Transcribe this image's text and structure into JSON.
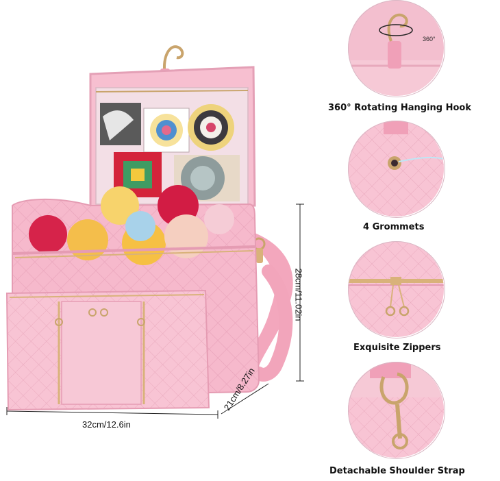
{
  "dimensions": {
    "width": "32cm/12.6in",
    "height": "28cm/11.02in",
    "depth": "21cm/8.27in"
  },
  "features": [
    {
      "label": "360° Rotating Hanging Hook",
      "icon": "hook-icon"
    },
    {
      "label": "4 Grommets",
      "icon": "grommet-icon"
    },
    {
      "label": "Exquisite Zippers",
      "icon": "zipper-icon"
    },
    {
      "label": "Detachable Shoulder Strap",
      "icon": "strap-clip-icon"
    }
  ],
  "hook_rotation_text": "360°",
  "colors": {
    "bag_pink": "#f6b9cc",
    "bag_shadow": "#e79bb3",
    "gold": "#d9b27a",
    "strap": "#f3a7bd"
  }
}
